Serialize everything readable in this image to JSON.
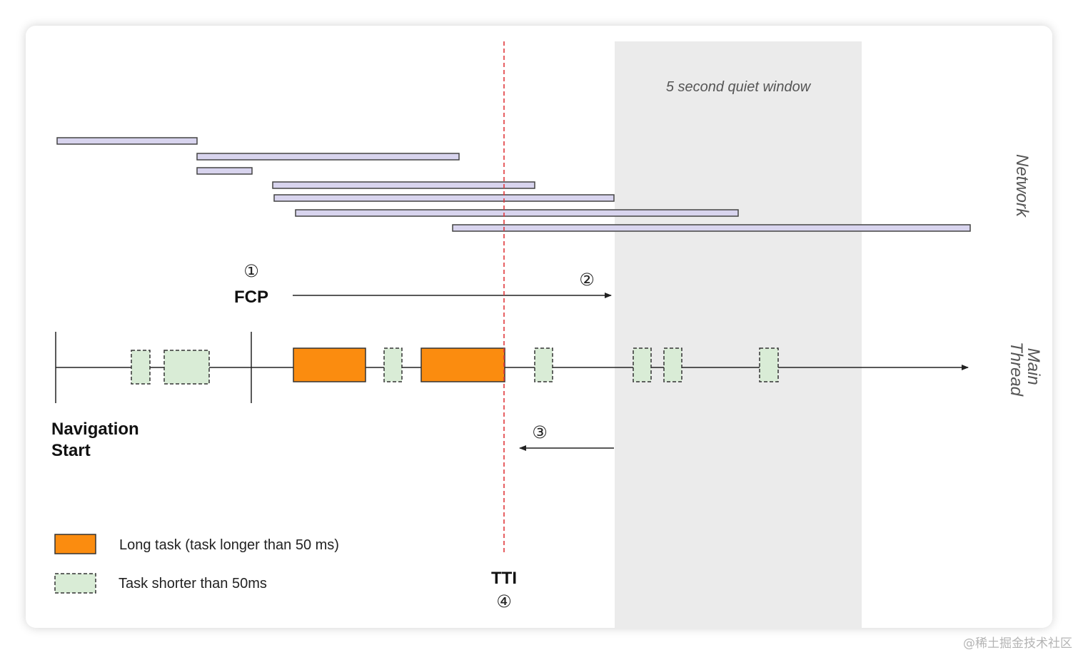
{
  "quiet_window": {
    "label": "5 second quiet window"
  },
  "lanes": {
    "network": "Network",
    "main_thread": "Main\nThread"
  },
  "markers": {
    "fcp": {
      "number": "①",
      "label": "FCP"
    },
    "step2": {
      "number": "②"
    },
    "step3": {
      "number": "③"
    },
    "tti": {
      "number": "④",
      "label": "TTI"
    },
    "navigation_start": {
      "label": "Navigation\nStart"
    }
  },
  "legend": {
    "long_task": "Long task (task longer than 50 ms)",
    "short_task": "Task shorter than 50ms"
  },
  "colors": {
    "long_task": "#fb8c0f",
    "short_task": "#d9ecd6",
    "network_request": "#d8d4ee",
    "tti_line": "#e0383c",
    "quiet_window": "#ebebeb"
  },
  "watermark": "@稀土掘金技术社区"
}
